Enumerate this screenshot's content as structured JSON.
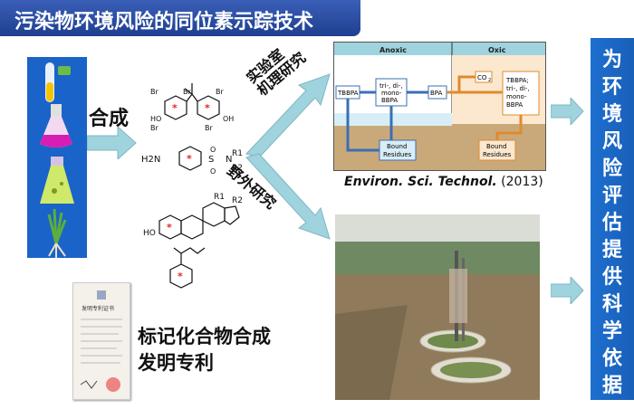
{
  "title": "污染物环境风险的同位素示踪技术",
  "synthesis_label": "合成",
  "lab_label_line1": "实验室",
  "lab_label_line2": "机理研究",
  "field_label": "野外研究",
  "patent_caption_line1": "标记化合物合成",
  "patent_caption_line2": "发明专利",
  "citation": {
    "journal": "Environ. Sci. Technol.",
    "year": "(2013)"
  },
  "conclusion": "为环境风险评估提供科学依据",
  "diagram": {
    "anoxic_label": "Anoxic",
    "oxic_label": "Oxic",
    "tbbpa": "TBBPA",
    "debrominated": [
      "tri-, di-,",
      "mono-",
      "BBPA"
    ],
    "bpa": "BPA",
    "co2": "CO",
    "co2_sub": "2",
    "oxic_products": [
      "TBBPA;",
      "tri-, di-,",
      "mono-",
      "BBPA"
    ],
    "bound_residues_anoxic": [
      "Bound",
      "Residues"
    ],
    "bound_residues_oxic": [
      "Bound",
      "Residues"
    ]
  },
  "structures": {
    "r1": "R1",
    "r2": "R2",
    "h2n": "H2N",
    "ho": "HO",
    "oh": "OH",
    "s": "S",
    "n": "N",
    "o": "O",
    "br": "Br"
  },
  "patent": {
    "header": "发明专利证书"
  },
  "colors": {
    "accent_blue": "#1a63c8",
    "title_blue": "#2a4fa8",
    "arrow": "#9fd3dd",
    "label_star": "#e3261d"
  }
}
